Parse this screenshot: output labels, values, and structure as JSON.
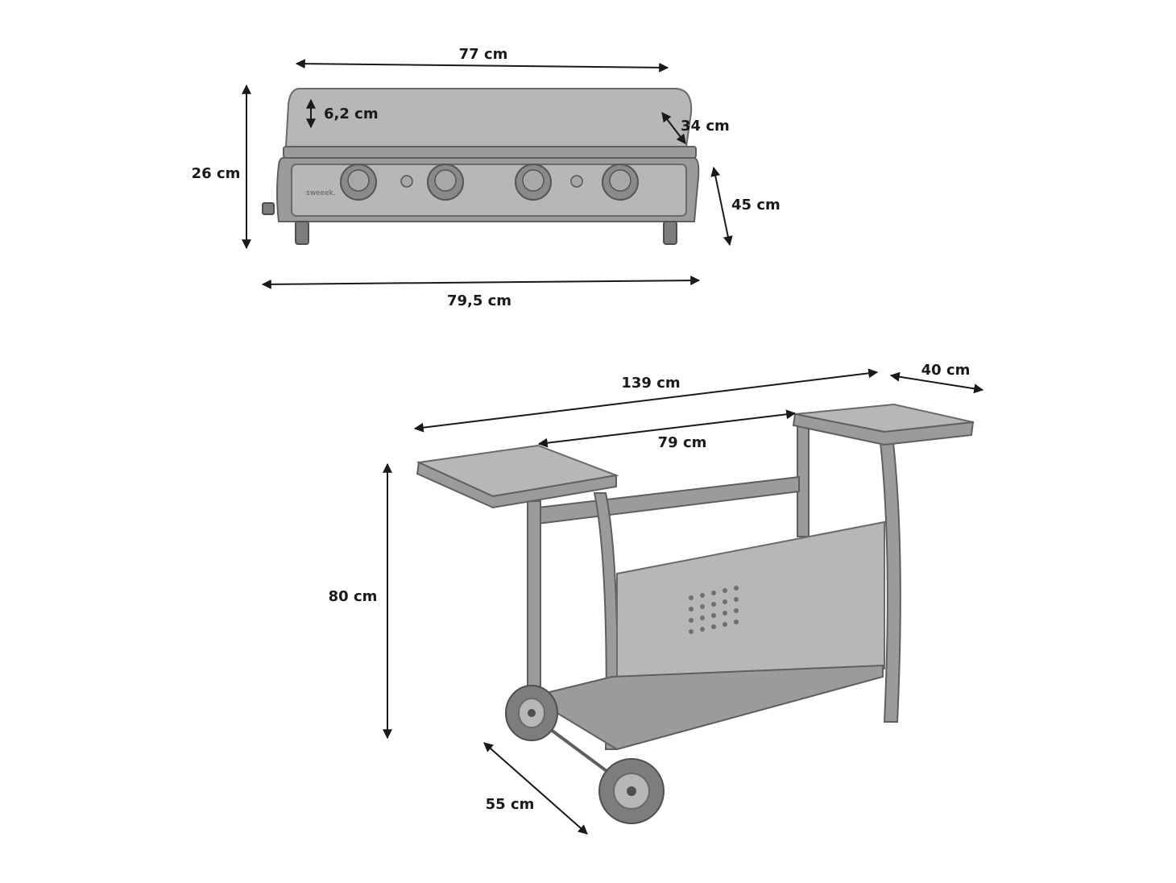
{
  "plancha": {
    "brand_text": "sweeek.",
    "dims": {
      "lid_width": "77 cm",
      "total_height": "26 cm",
      "lid_height": "6,2 cm",
      "lid_depth": "34 cm",
      "body_depth": "45 cm",
      "body_width": "79,5 cm"
    }
  },
  "cart": {
    "dims": {
      "total_width": "139 cm",
      "shelf_depth": "40 cm",
      "inner_width": "79 cm",
      "height": "80 cm",
      "depth": "55 cm"
    }
  }
}
